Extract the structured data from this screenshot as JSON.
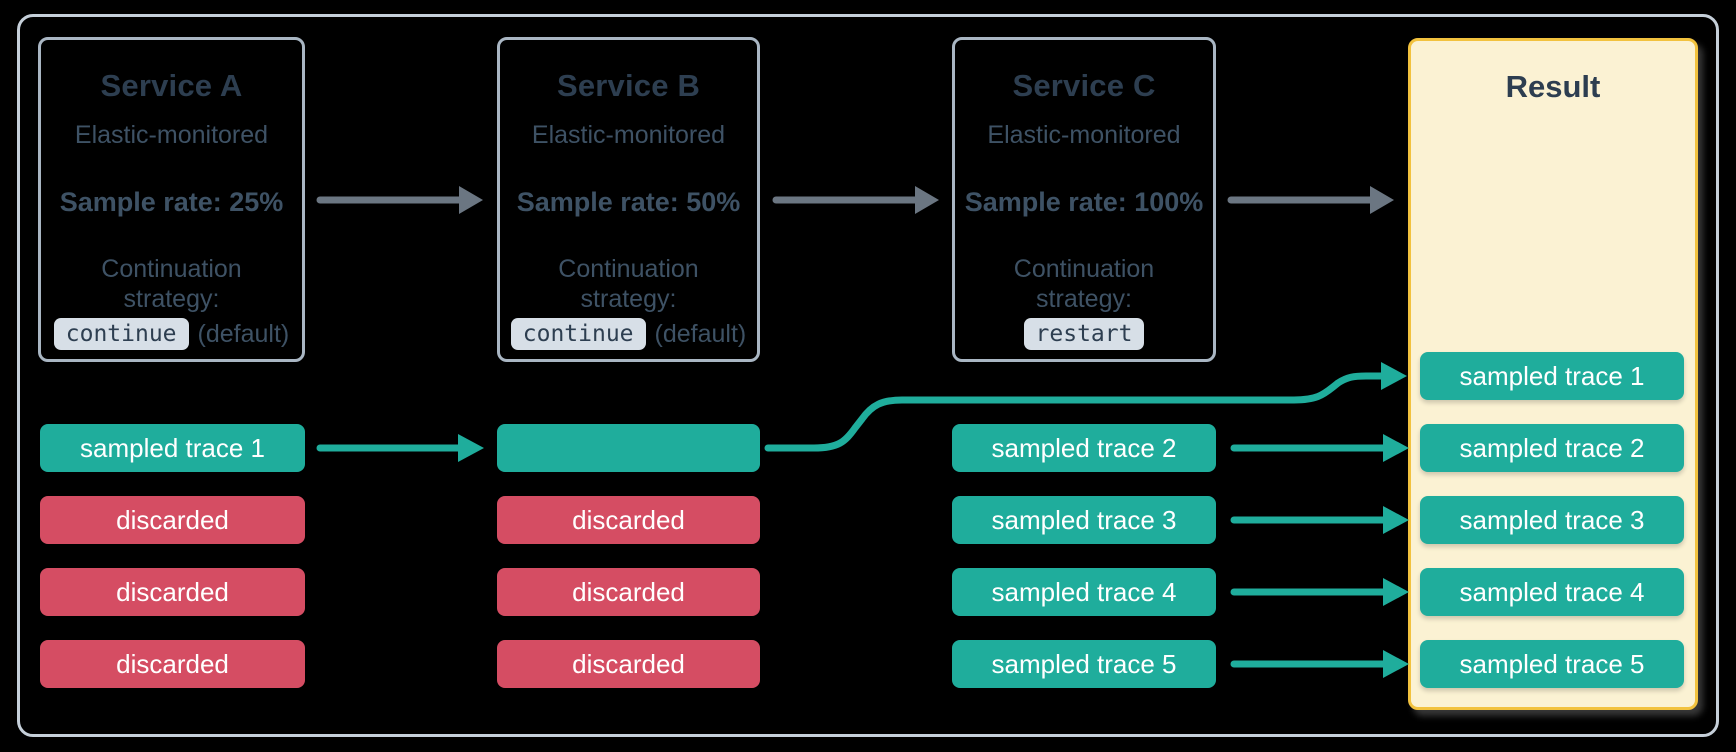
{
  "colors": {
    "teal": "#1fad9c",
    "red": "#d54d63",
    "cream": "#fbf2d3",
    "gold": "#f2c23e",
    "ink": "#2d3e50",
    "body": "#3e5265",
    "badge-bg": "#d7dfe7",
    "frame-border": "#c5cfd9",
    "box-border": "#a9b6c3",
    "arrow-gray": "#6b7682",
    "canvas-bg": "#000000",
    "pill-text": "#ffffff"
  },
  "services": [
    {
      "name": "Service A",
      "monitoring": "Elastic-monitored",
      "sample_rate": "Sample rate: 25%",
      "continuation_line1": "Continuation",
      "continuation_line2": "strategy:",
      "strategy_code": "continue",
      "strategy_note": "(default)"
    },
    {
      "name": "Service B",
      "monitoring": "Elastic-monitored",
      "sample_rate": "Sample rate: 50%",
      "continuation_line1": "Continuation",
      "continuation_line2": "strategy:",
      "strategy_code": "continue",
      "strategy_note": "(default)"
    },
    {
      "name": "Service C",
      "monitoring": "Elastic-monitored",
      "sample_rate": "Sample rate: 100%",
      "continuation_line1": "Continuation",
      "continuation_line2": "strategy:",
      "strategy_code": "restart",
      "strategy_note": ""
    }
  ],
  "lanes": {
    "service_a": [
      "sampled trace 1",
      "discarded",
      "discarded",
      "discarded"
    ],
    "service_b": [
      "",
      "discarded",
      "discarded",
      "discarded"
    ],
    "service_c": [
      "sampled trace 2",
      "sampled trace 3",
      "sampled trace 4",
      "sampled trace 5"
    ]
  },
  "result": {
    "title": "Result",
    "pills": [
      "sampled trace 1",
      "sampled trace 2",
      "sampled trace 3",
      "sampled trace 4",
      "sampled trace 5"
    ]
  }
}
